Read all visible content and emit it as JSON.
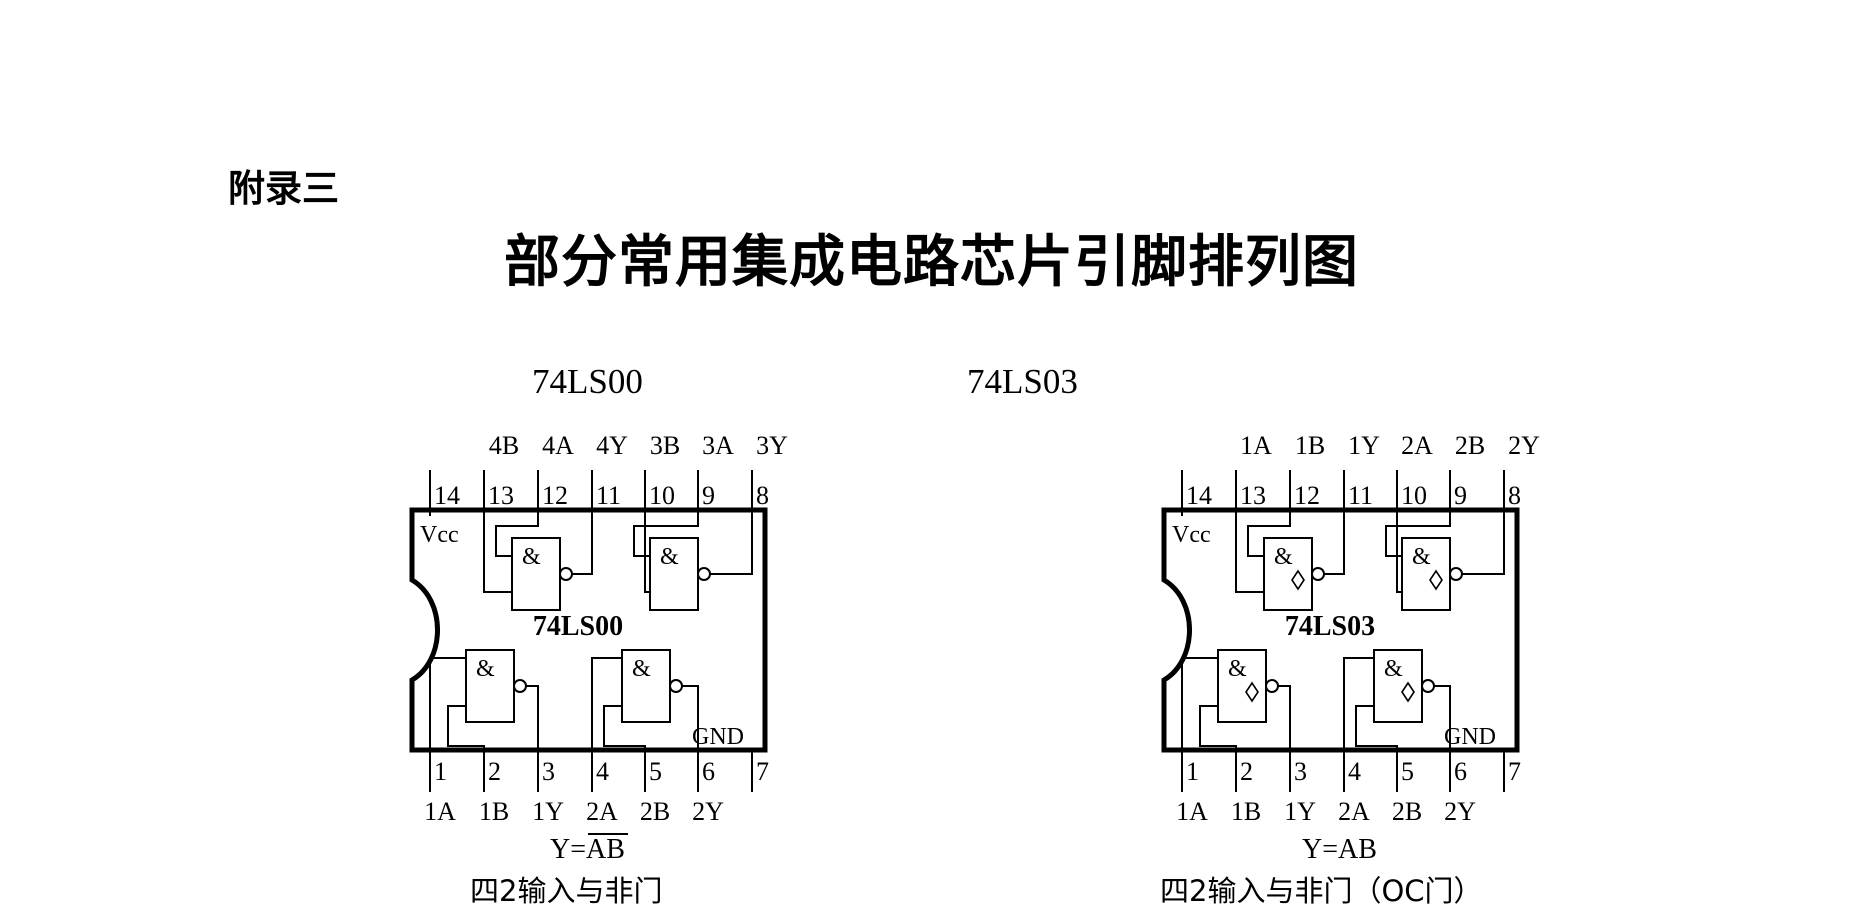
{
  "appendix_label": "附录三",
  "title": "部分常用集成电路芯片引脚排列图",
  "chips": [
    {
      "name": "74LS00",
      "body_label": "74LS00",
      "gate_symbol": "&",
      "vcc_label": "Vcc",
      "gnd_label": "GND",
      "top_signals": [
        "4B",
        "4A",
        "4Y",
        "3B",
        "3A",
        "3Y"
      ],
      "top_pins": [
        "14",
        "13",
        "12",
        "11",
        "10",
        "9",
        "8"
      ],
      "bottom_pins": [
        "1",
        "2",
        "3",
        "4",
        "5",
        "6",
        "7"
      ],
      "bottom_signals": [
        "1A",
        "1B",
        "1Y",
        "2A",
        "2B",
        "2Y"
      ],
      "formula_lhs": "Y=",
      "formula_rhs": "AB",
      "formula_overline": true,
      "open_collector": false,
      "caption": "四2输入与非门"
    },
    {
      "name": "74LS03",
      "body_label": "74LS03",
      "gate_symbol": "&",
      "vcc_label": "Vcc",
      "gnd_label": "GND",
      "top_signals": [
        "1A",
        "1B",
        "1Y",
        "2A",
        "2B",
        "2Y"
      ],
      "top_pins": [
        "14",
        "13",
        "12",
        "11",
        "10",
        "9",
        "8"
      ],
      "bottom_pins": [
        "1",
        "2",
        "3",
        "4",
        "5",
        "6",
        "7"
      ],
      "bottom_signals": [
        "1A",
        "1B",
        "1Y",
        "2A",
        "2B",
        "2Y"
      ],
      "formula_lhs": "Y=",
      "formula_rhs": "AB",
      "formula_overline": false,
      "open_collector": true,
      "caption": "四2输入与非门（OC门）"
    }
  ]
}
